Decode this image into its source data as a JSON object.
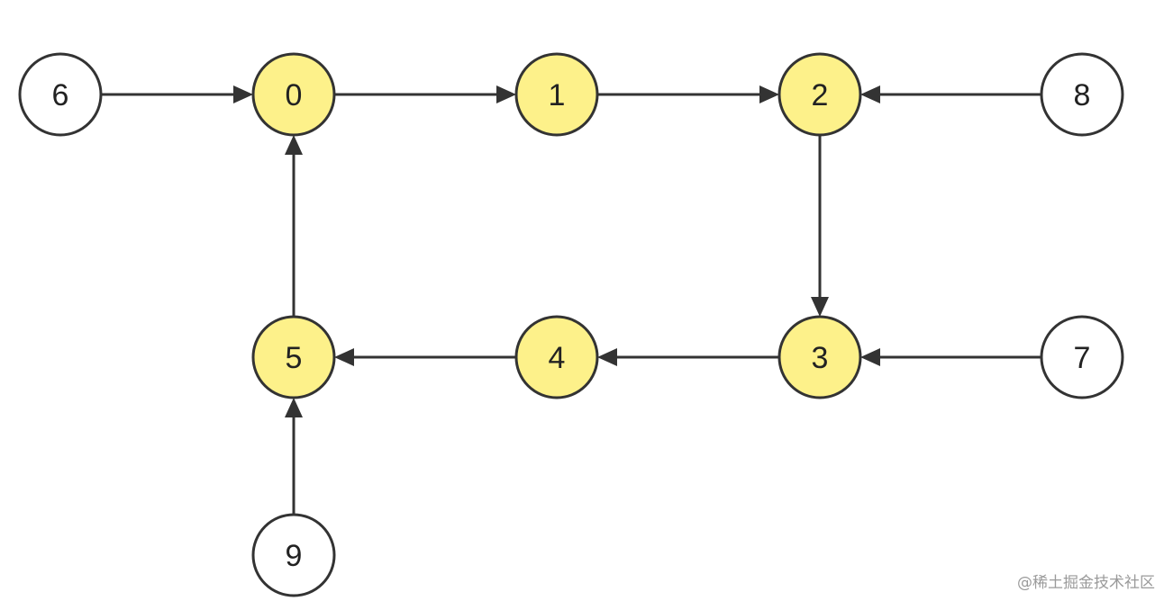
{
  "diagram": {
    "nodes": [
      {
        "id": "6",
        "label": "6",
        "highlighted": false
      },
      {
        "id": "0",
        "label": "0",
        "highlighted": true
      },
      {
        "id": "1",
        "label": "1",
        "highlighted": true
      },
      {
        "id": "2",
        "label": "2",
        "highlighted": true
      },
      {
        "id": "8",
        "label": "8",
        "highlighted": false
      },
      {
        "id": "5",
        "label": "5",
        "highlighted": true
      },
      {
        "id": "4",
        "label": "4",
        "highlighted": true
      },
      {
        "id": "3",
        "label": "3",
        "highlighted": true
      },
      {
        "id": "7",
        "label": "7",
        "highlighted": false
      },
      {
        "id": "9",
        "label": "9",
        "highlighted": false
      }
    ],
    "edges": [
      {
        "from": "6",
        "to": "0"
      },
      {
        "from": "0",
        "to": "1"
      },
      {
        "from": "1",
        "to": "2"
      },
      {
        "from": "8",
        "to": "2"
      },
      {
        "from": "2",
        "to": "3"
      },
      {
        "from": "7",
        "to": "3"
      },
      {
        "from": "3",
        "to": "4"
      },
      {
        "from": "4",
        "to": "5"
      },
      {
        "from": "5",
        "to": "0"
      },
      {
        "from": "9",
        "to": "5"
      }
    ],
    "colors": {
      "highlight_fill": "#FDF18A",
      "default_fill": "#FFFFFF",
      "stroke": "#333333",
      "text": "#222222"
    }
  },
  "watermark": {
    "text": "@稀土掘金技术社区"
  }
}
